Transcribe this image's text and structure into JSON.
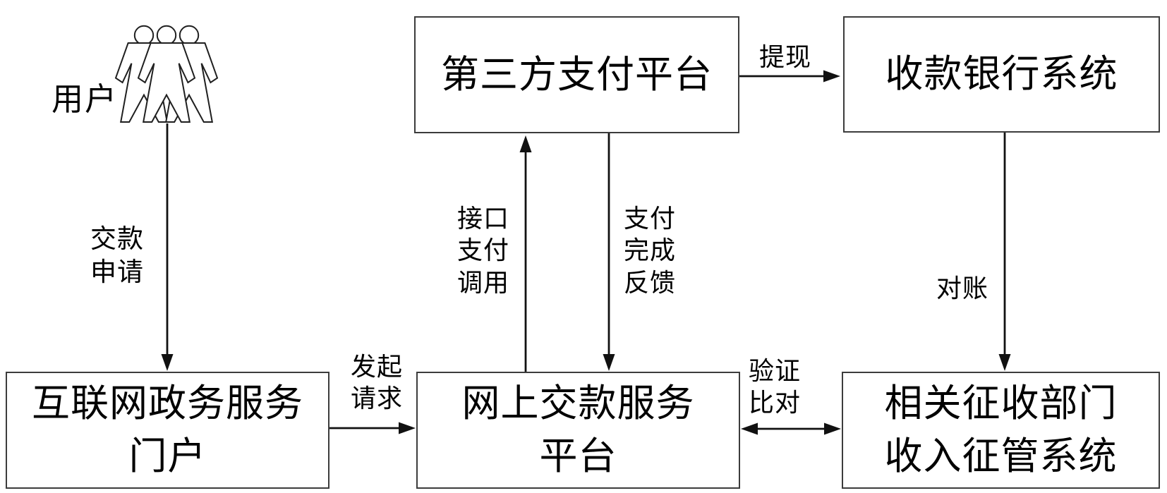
{
  "diagram": {
    "nodes": {
      "user": {
        "label": "用户",
        "icon": "users-icon"
      },
      "third_party": {
        "label": "第三方支付平台"
      },
      "bank": {
        "label": "收款银行系统"
      },
      "portal": {
        "label": "互联网政务服务\n门户"
      },
      "online_payment": {
        "label": "网上交款服务\n平台"
      },
      "collection": {
        "label": "相关征收部门\n收入征管系统"
      }
    },
    "edges": {
      "payment_request": {
        "label": "交款\n申请",
        "from": "user",
        "to": "portal"
      },
      "initiate_request": {
        "label": "发起\n请求",
        "from": "portal",
        "to": "online_payment"
      },
      "interface_call": {
        "label": "接口\n支付\n调用",
        "from": "online_payment",
        "to": "third_party"
      },
      "payment_feedback": {
        "label": "支付\n完成\n反馈",
        "from": "third_party",
        "to": "online_payment"
      },
      "withdraw": {
        "label": "提现",
        "from": "third_party",
        "to": "bank"
      },
      "reconciliation": {
        "label": "对账",
        "from": "bank",
        "to": "collection"
      },
      "verify_compare": {
        "label": "验证\n比对",
        "from": "online_payment",
        "to": "collection",
        "bidirectional": true
      }
    },
    "colors": {
      "background": "#ffffff",
      "box_border": "#3c3c3c",
      "line": "#111111",
      "text": "#000000"
    }
  }
}
